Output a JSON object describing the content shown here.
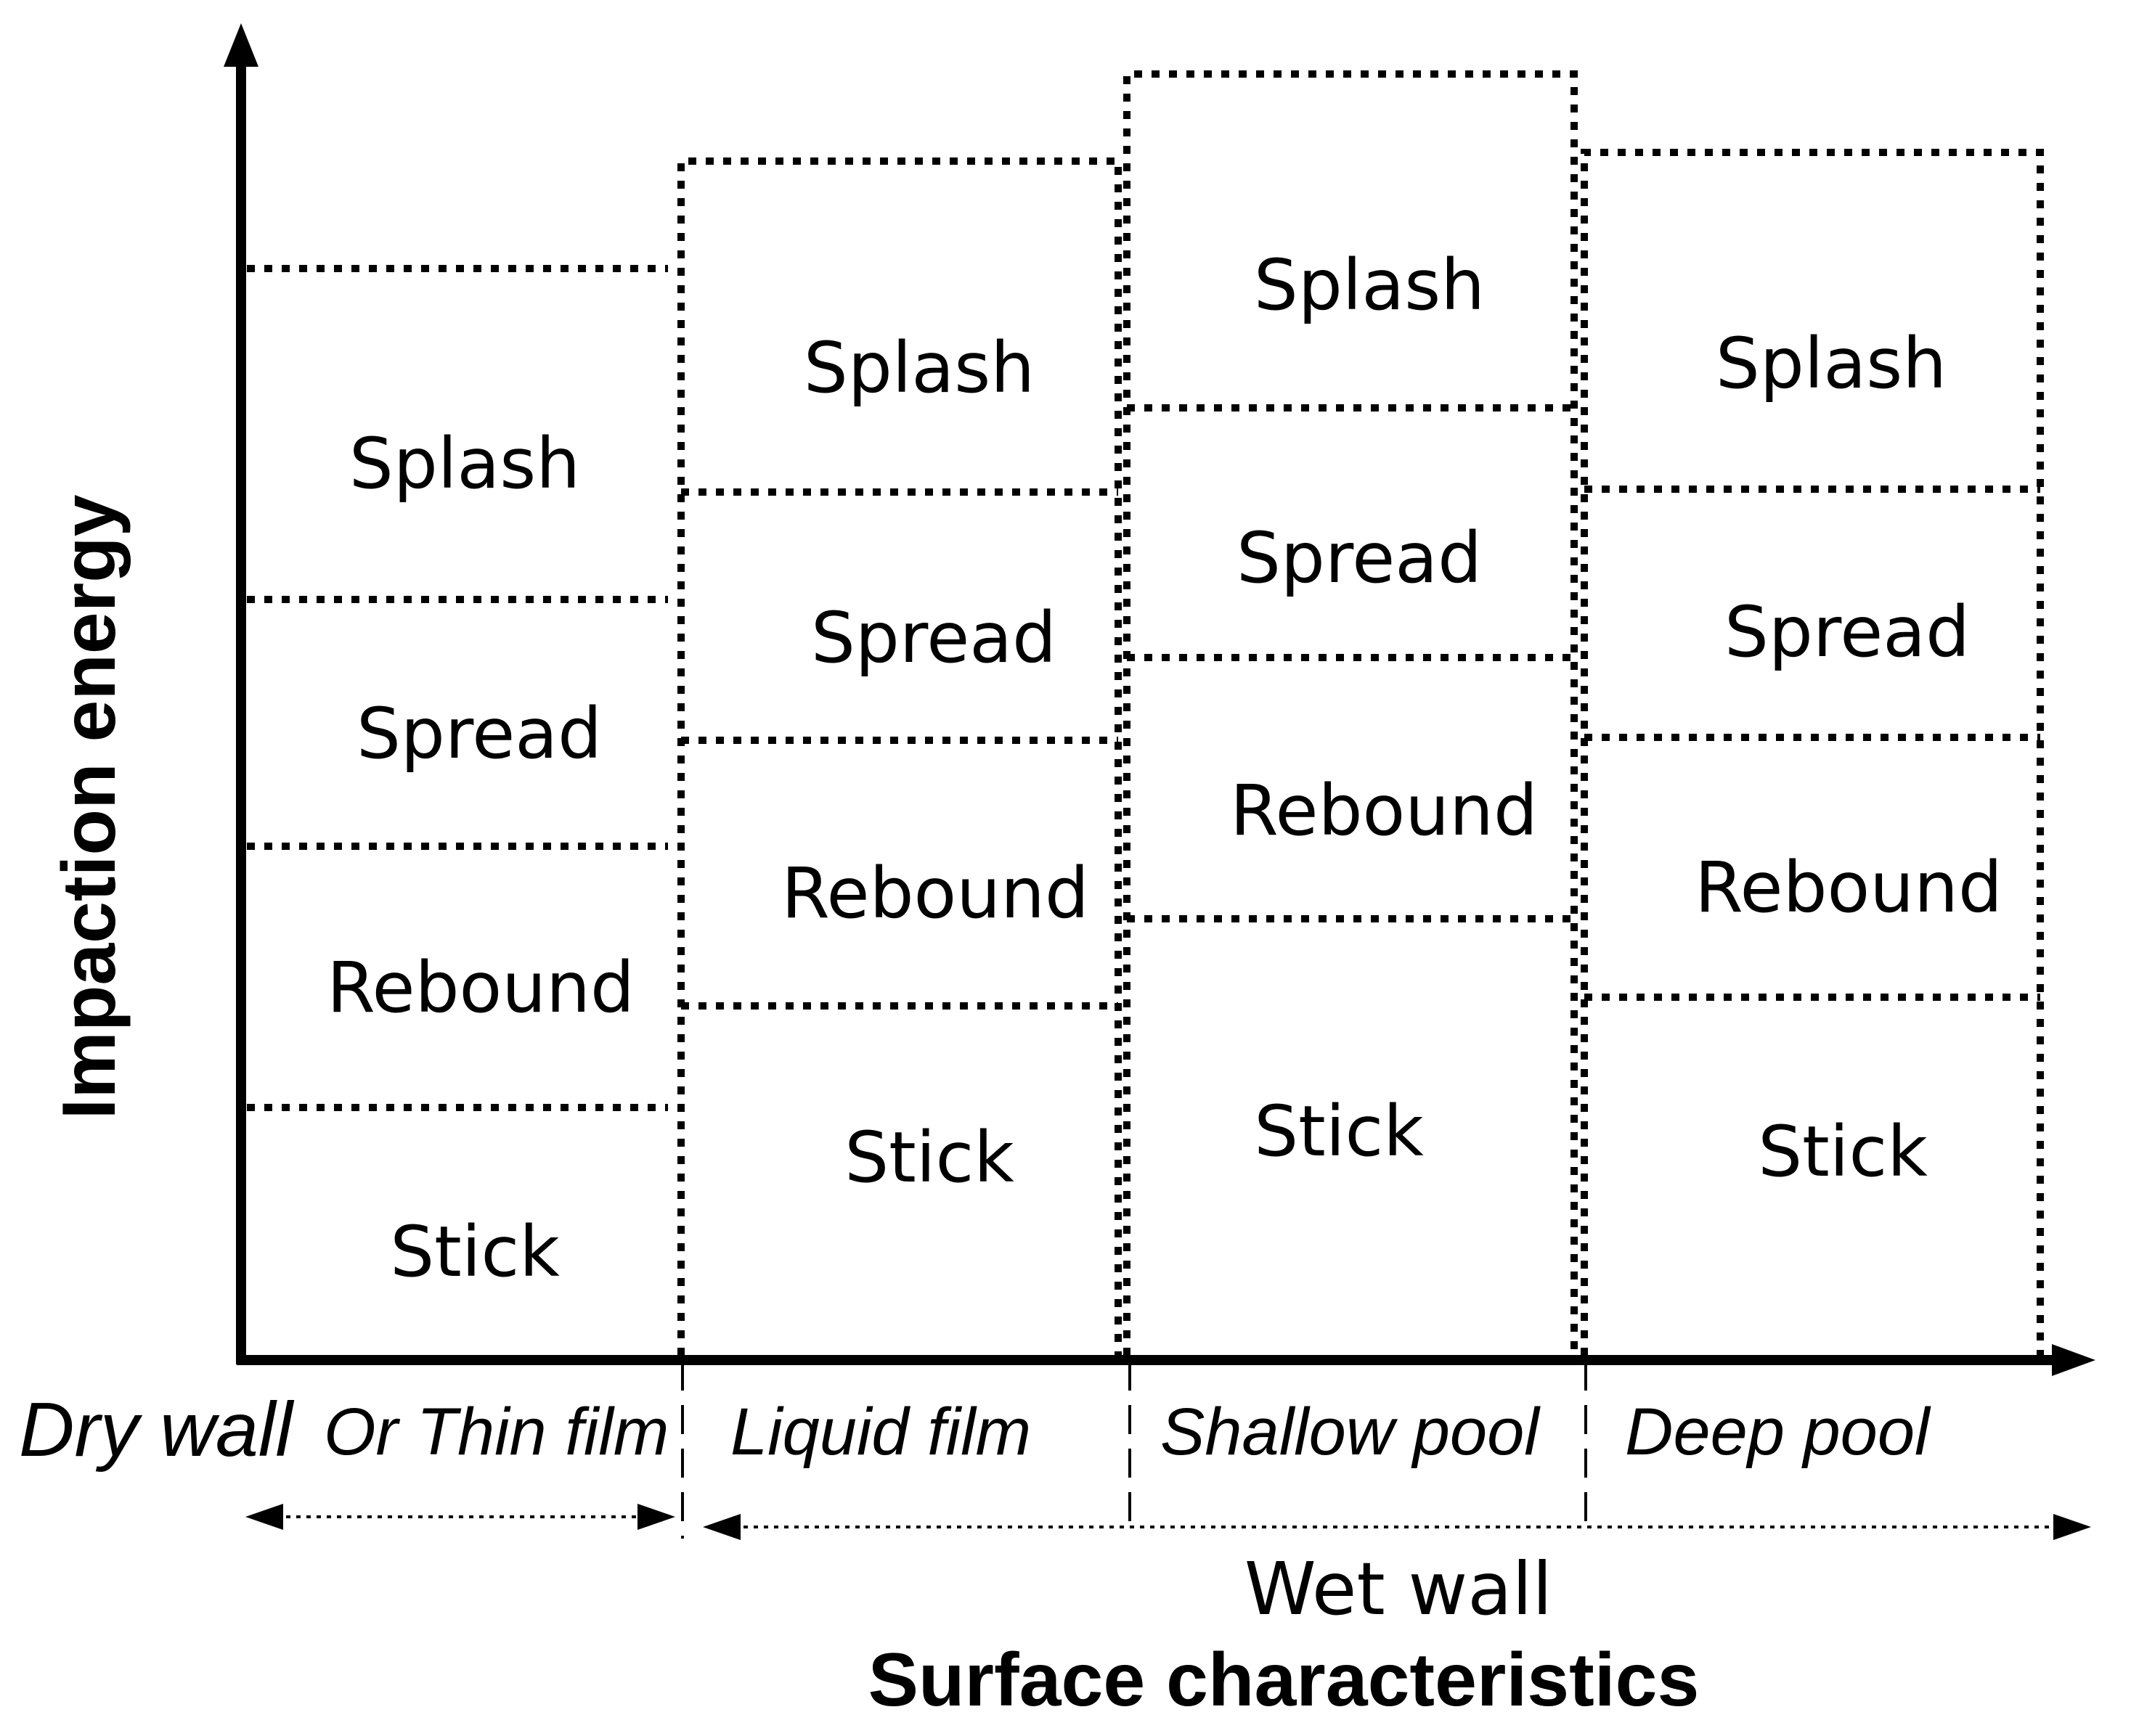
{
  "axes": {
    "y_title": "Impaction energy",
    "x_title": "Surface characteristics"
  },
  "columns": [
    {
      "condition_parts": [
        "Dry wall",
        "Or Thin film"
      ],
      "regimes": [
        "Stick",
        "Rebound",
        "Spread",
        "Splash"
      ]
    },
    {
      "condition": "Liquid film",
      "regimes": [
        "Stick",
        "Rebound",
        "Spread",
        "Splash"
      ]
    },
    {
      "condition": "Shallow pool",
      "regimes": [
        "Stick",
        "Rebound",
        "Spread",
        "Splash"
      ]
    },
    {
      "condition": "Deep pool",
      "regimes": [
        "Stick",
        "Rebound",
        "Spread",
        "Splash"
      ]
    }
  ],
  "wet_wall_label": "Wet wall"
}
